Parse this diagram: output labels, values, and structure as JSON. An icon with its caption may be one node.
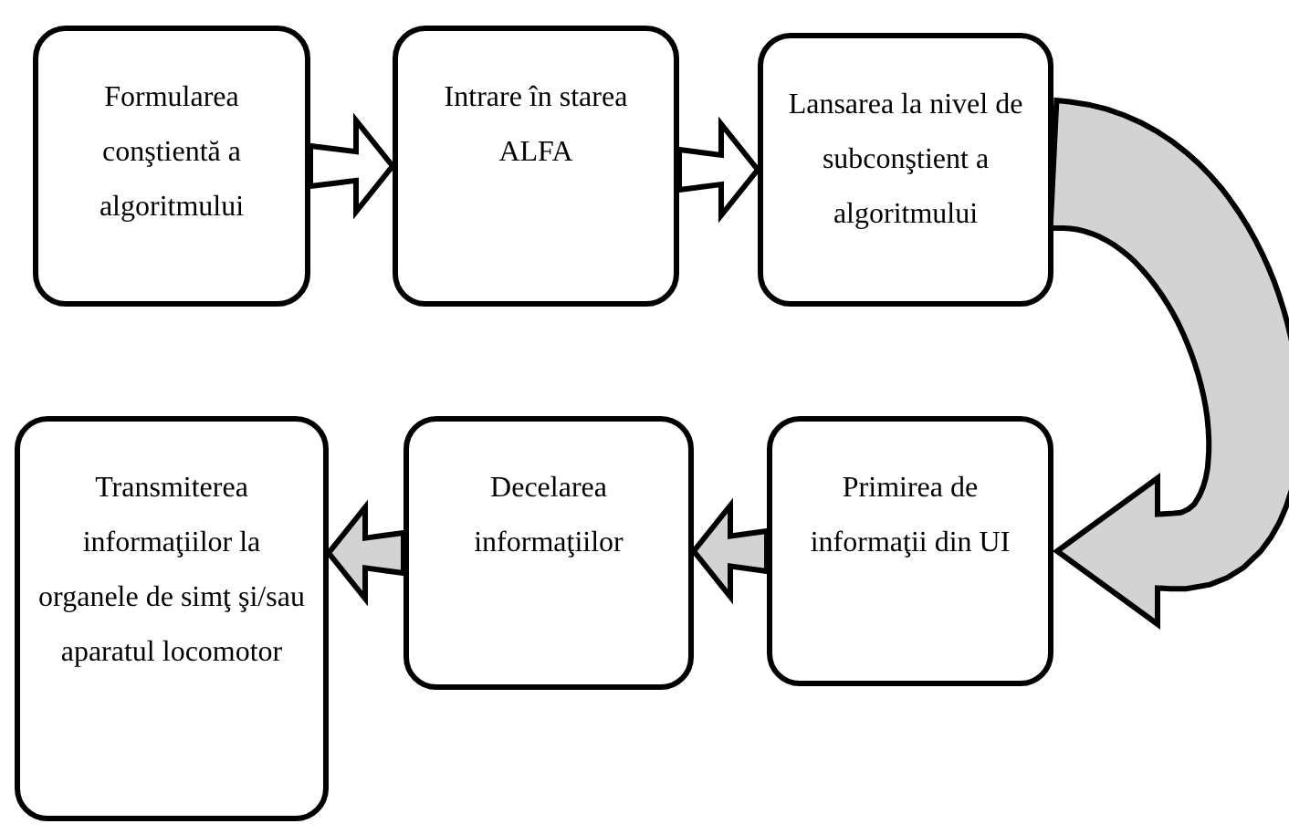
{
  "diagram": {
    "nodes": [
      {
        "text": [
          "Formularea conştientă a algoritmului"
        ]
      },
      {
        "text": [
          "Intrare în starea ALFA"
        ]
      },
      {
        "text": [
          "Lansarea la nivel de subconştient a algoritmului"
        ]
      },
      {
        "text": [
          "Primirea de informaţii din UI"
        ]
      },
      {
        "text": [
          "Decelarea informaţiilor"
        ]
      },
      {
        "text": [
          "Transmiterea informaţiilor la organele de simţ şi/sau aparatul locomotor"
        ]
      }
    ],
    "edges": [
      {
        "from": 0,
        "to": 1,
        "arrow": "to",
        "color": "#ffffff"
      },
      {
        "from": 1,
        "to": 2,
        "arrow": "to",
        "color": "#ffffff"
      },
      {
        "from": 2,
        "to": 3,
        "arrow": "to"
      },
      {
        "from": 3,
        "to": 4,
        "arrow": "to"
      },
      {
        "from": 4,
        "to": 5,
        "arrow": "to"
      }
    ]
  }
}
